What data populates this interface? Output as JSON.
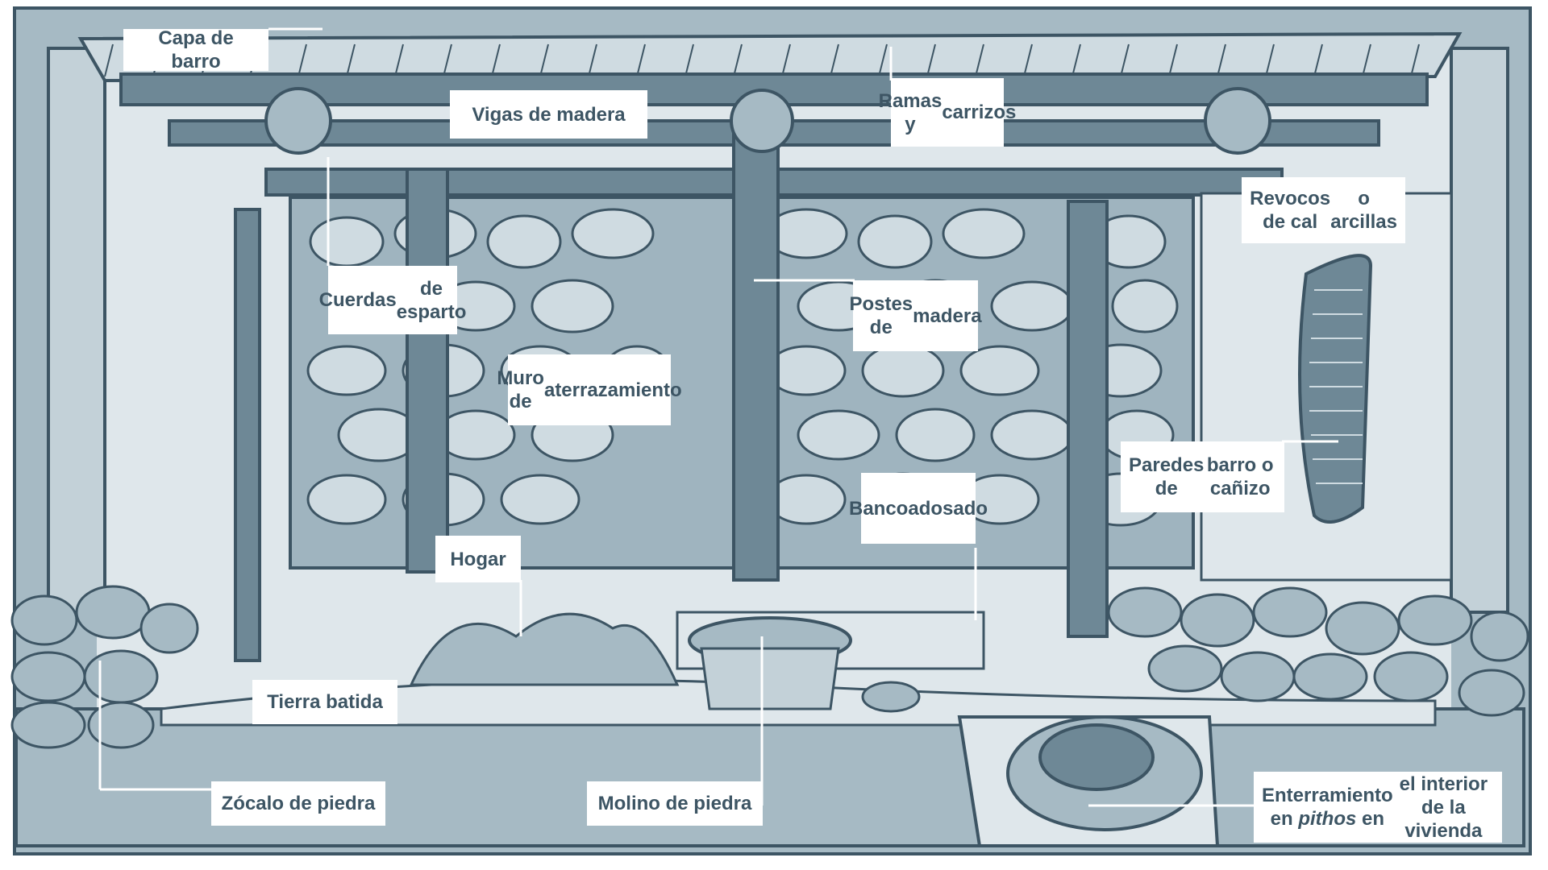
{
  "colors": {
    "background": "#ffffff",
    "frame": "#a6bac4",
    "frame_light": "#c3d1d8",
    "stone": "#9fb4bf",
    "stone_light": "#cfdbe1",
    "wood": "#6e8896",
    "ink": "#3d5564",
    "floor": "#dfe7eb",
    "label_bg": "#ffffff",
    "label_text": "#3d5564"
  },
  "labels": {
    "capa_barro": [
      "Capa de barro"
    ],
    "vigas": [
      "Vigas de madera"
    ],
    "ramas": [
      "Ramas y",
      "carrizos"
    ],
    "revocos": [
      "Revocos de cal",
      "o arcillas"
    ],
    "cuerdas": [
      "Cuerdas",
      "de esparto"
    ],
    "postes": [
      "Postes de",
      "madera"
    ],
    "muro": [
      "Muro de",
      "aterrazamiento"
    ],
    "paredes": [
      "Paredes de",
      "barro o cañizo"
    ],
    "banco": [
      "Banco",
      "adosado"
    ],
    "hogar": [
      "Hogar"
    ],
    "tierra": [
      "Tierra batida"
    ],
    "zocalo": [
      "Zócalo de piedra"
    ],
    "molino": [
      "Molino de piedra"
    ],
    "enterramiento": {
      "line1_pre": "Enterramiento en ",
      "line1_italic": "pithos",
      "line1_post": " en",
      "line2": "el interior de la vivienda"
    }
  }
}
